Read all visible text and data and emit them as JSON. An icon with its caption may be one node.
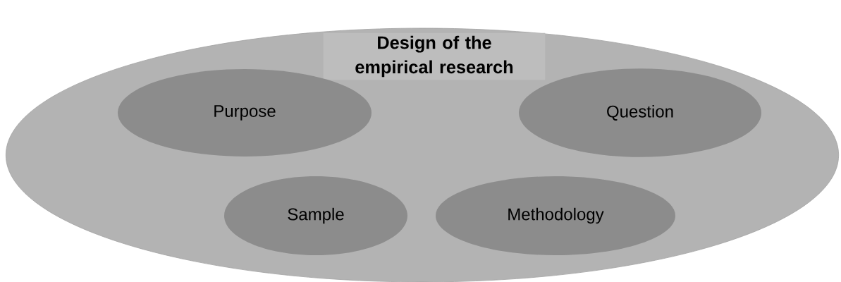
{
  "diagram": {
    "nodes": [
      {
        "text": [
          "Design of the empirical research"
        ]
      },
      {
        "text": [
          "Purpose"
        ],
        "in": 0
      },
      {
        "text": [
          "Question"
        ],
        "in": 0
      },
      {
        "text": [
          "Sample"
        ],
        "in": 0
      },
      {
        "text": [
          "Methodology"
        ],
        "in": 0
      }
    ],
    "edges": []
  }
}
